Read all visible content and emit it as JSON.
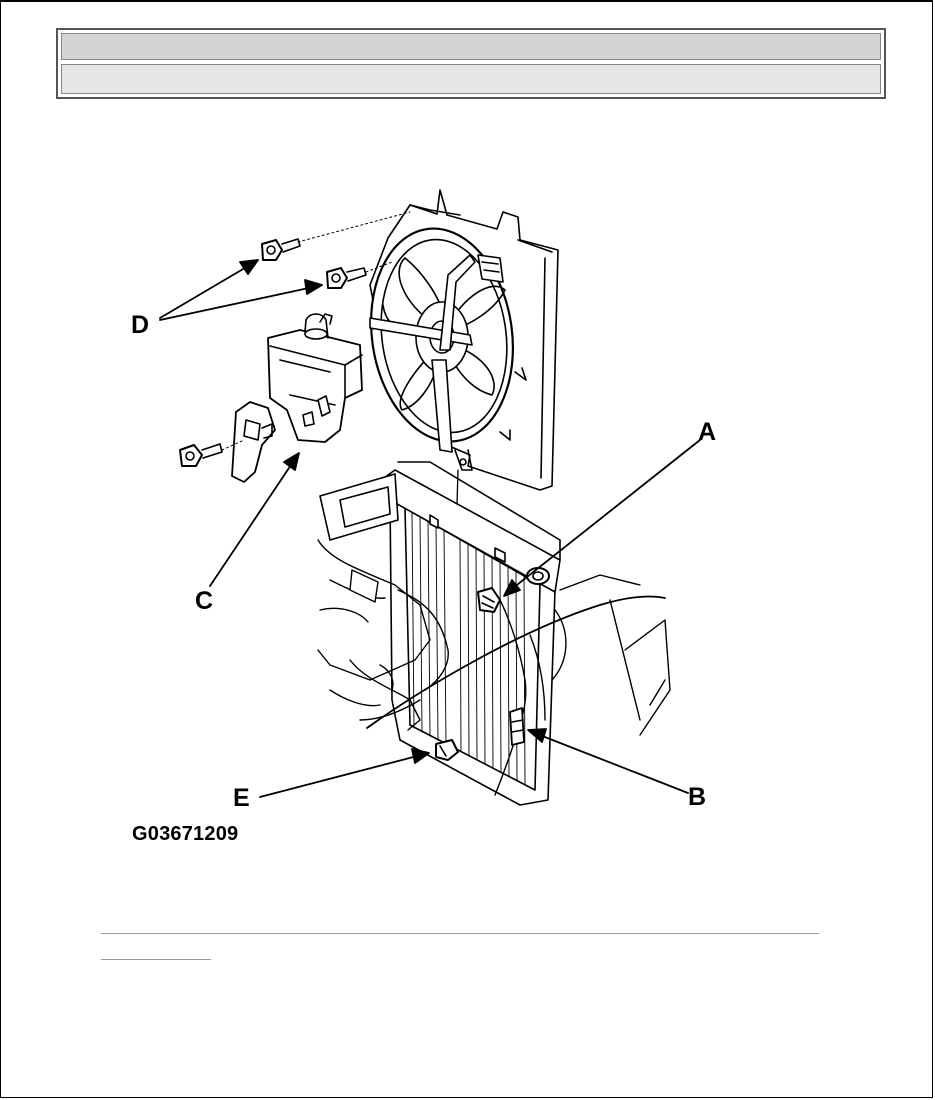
{
  "header": {
    "title": "",
    "subtitle": ""
  },
  "diagram": {
    "callouts": {
      "a": "A",
      "b": "B",
      "c": "C",
      "d": "D",
      "e": "E"
    },
    "figure_id": "G03671209"
  }
}
